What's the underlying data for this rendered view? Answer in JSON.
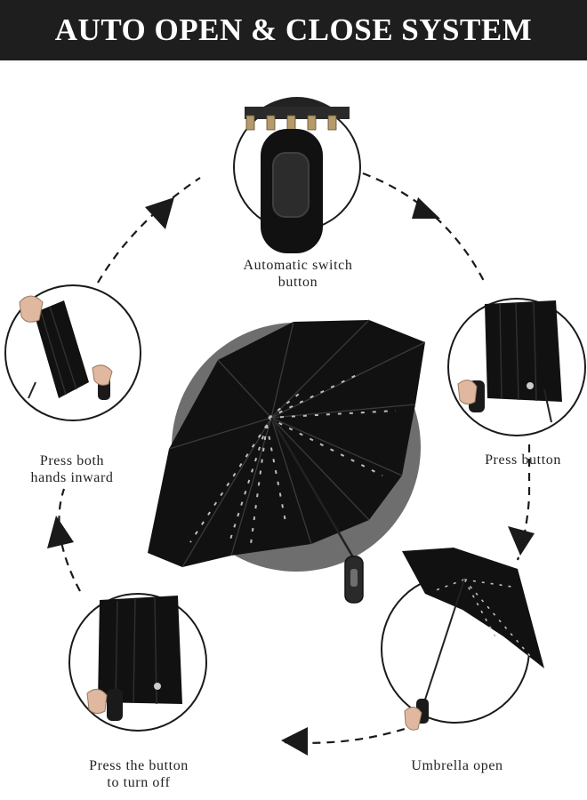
{
  "header": {
    "title": "AUTO OPEN & CLOSE SYSTEM"
  },
  "steps": [
    {
      "line1": "Automatic switch",
      "line2": "button"
    },
    {
      "line1": "Press button",
      "line2": ""
    },
    {
      "line1": "Umbrella open",
      "line2": ""
    },
    {
      "line1": "Press the button",
      "line2": "to turn off"
    },
    {
      "line1": "Press both",
      "line2": "hands inward"
    }
  ],
  "colors": {
    "banner": "#1e1e1e",
    "canopy": "#111111",
    "backdrop_circle": "#6e6e6e",
    "arrow": "#1a1a1a"
  }
}
